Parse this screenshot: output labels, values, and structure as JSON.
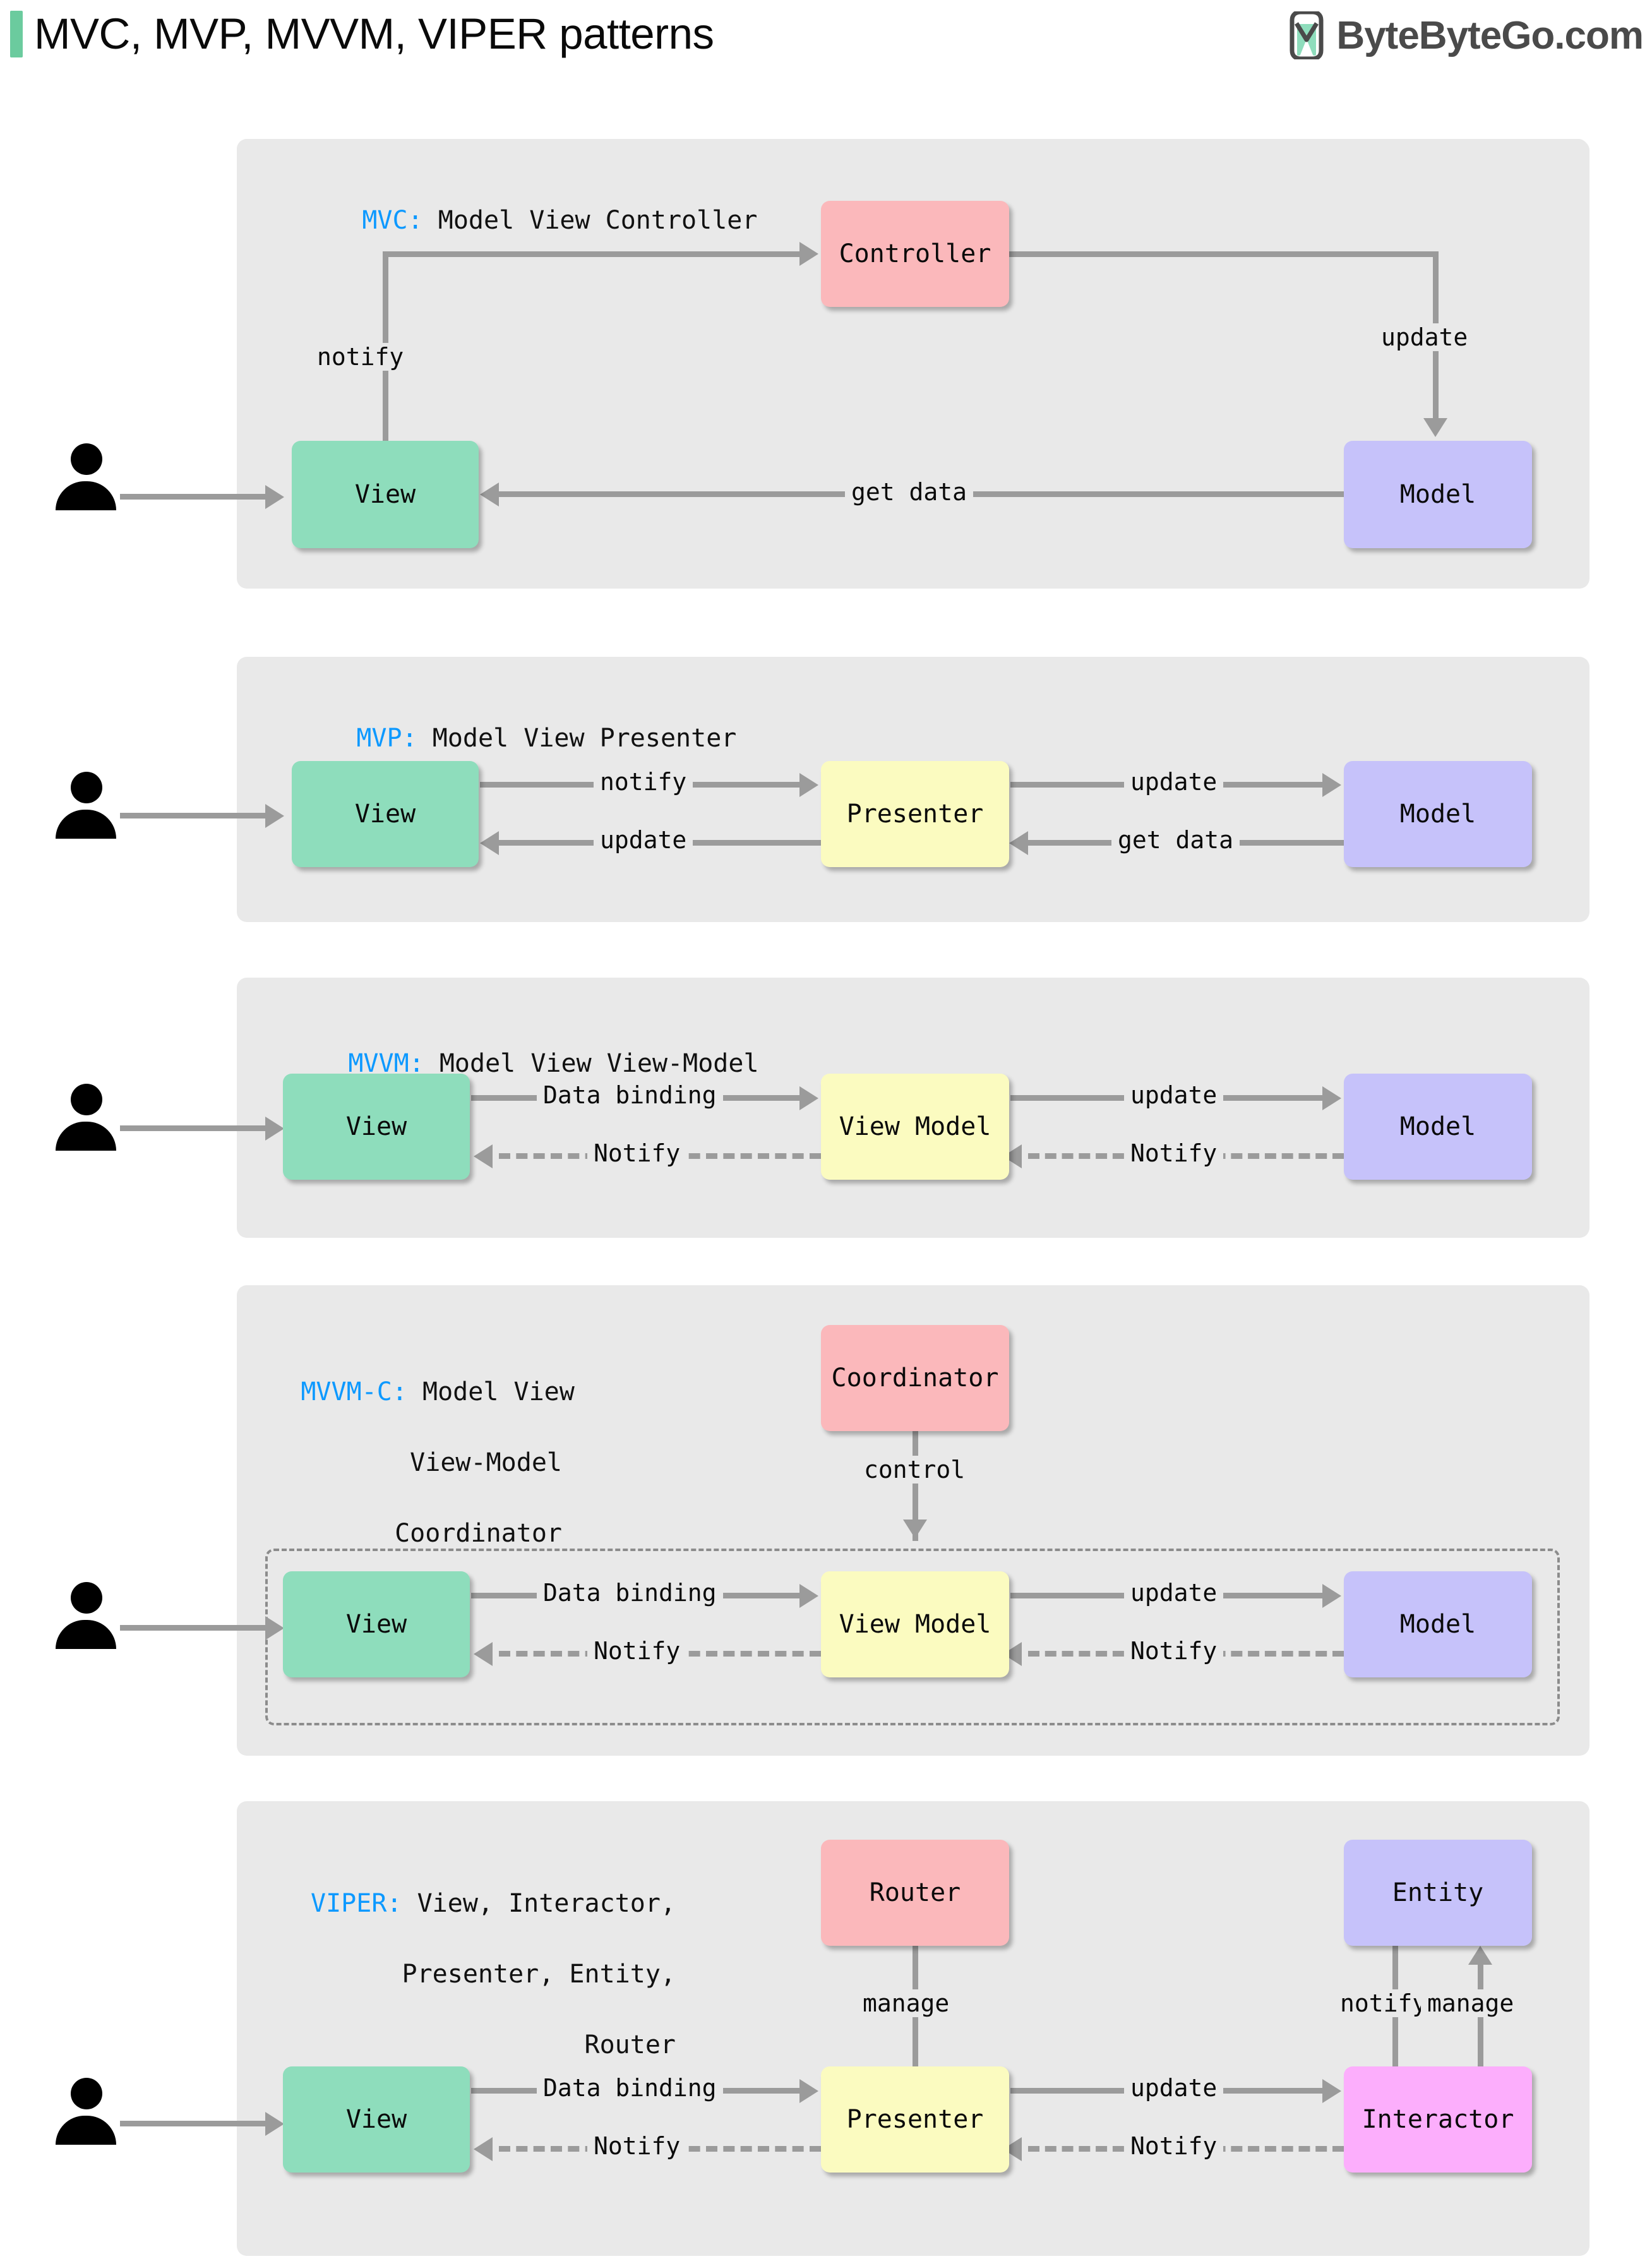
{
  "header": {
    "accent_color": "#6BCB9E",
    "title": "MVC, MVP, MVVM, VIPER patterns",
    "logo_text": "ByteByteGo.com",
    "logo_icon": "bytebytego-logo-icon"
  },
  "palette": {
    "view": "#8EDDBC",
    "model": "#C6C2FA",
    "controller": "#FBB8BB",
    "presenter": "#FBFBC0",
    "interactor": "#FCAEFC",
    "panel_bg": "#e9e9e9",
    "connector": "#9b9b9b",
    "key_text": "#0D99FF"
  },
  "sections": [
    {
      "key": "MVC:",
      "title": " Model View Controller",
      "nodes": {
        "view": "View",
        "model": "Model",
        "controller": "Controller"
      },
      "labels": {
        "notify": "notify",
        "update": "update",
        "get_data": "get data"
      }
    },
    {
      "key": "MVP:",
      "title": " Model View Presenter",
      "nodes": {
        "view": "View",
        "presenter": "Presenter",
        "model": "Model"
      },
      "labels": {
        "notify": "notify",
        "update_back": "update",
        "update": "update",
        "get_data": "get data"
      }
    },
    {
      "key": "MVVM:",
      "title": " Model View View-Model",
      "nodes": {
        "view": "View",
        "view_model": "View Model",
        "model": "Model"
      },
      "labels": {
        "data_binding": "Data binding",
        "notify_left": "Notify",
        "update": "update",
        "notify_right": "Notify"
      }
    },
    {
      "key": "MVVM-C:",
      "title_line1": " Model View",
      "title_line2": "View-Model",
      "title_line3": "Coordinator",
      "nodes": {
        "coordinator": "Coordinator",
        "view": "View",
        "view_model": "View Model",
        "model": "Model"
      },
      "labels": {
        "control": "control",
        "data_binding": "Data binding",
        "notify_left": "Notify",
        "update": "update",
        "notify_right": "Notify"
      }
    },
    {
      "key": "VIPER:",
      "title_line1": " View, Interactor,",
      "title_line2": "Presenter, Entity,",
      "title_line3": "Router",
      "nodes": {
        "router": "Router",
        "entity": "Entity",
        "view": "View",
        "presenter": "Presenter",
        "interactor": "Interactor"
      },
      "labels": {
        "manage_router": "manage",
        "notify_entity": "notify",
        "manage_entity": "manage",
        "data_binding": "Data binding",
        "notify_left": "Notify",
        "update": "update",
        "notify_right": "Notify"
      }
    }
  ]
}
